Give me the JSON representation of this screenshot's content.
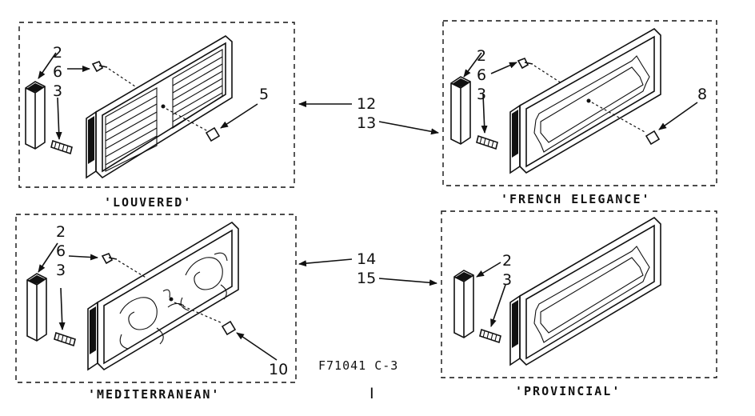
{
  "panels": [
    {
      "caption": "'LOUVERED'",
      "callouts": [
        "2",
        "6",
        "3",
        "5"
      ]
    },
    {
      "caption": "'FRENCH  ELEGANCE'",
      "callouts": [
        "2",
        "6",
        "3",
        "8"
      ]
    },
    {
      "caption": "'MEDITERRANEAN'",
      "callouts": [
        "2",
        "6",
        "3",
        "10"
      ]
    },
    {
      "caption": "'PROVINCIAL'",
      "callouts": [
        "2",
        "3"
      ]
    }
  ],
  "center_callouts": [
    "12",
    "13",
    "14",
    "15"
  ],
  "figure_code": "F71041  C-3",
  "bottom_mark": "I"
}
